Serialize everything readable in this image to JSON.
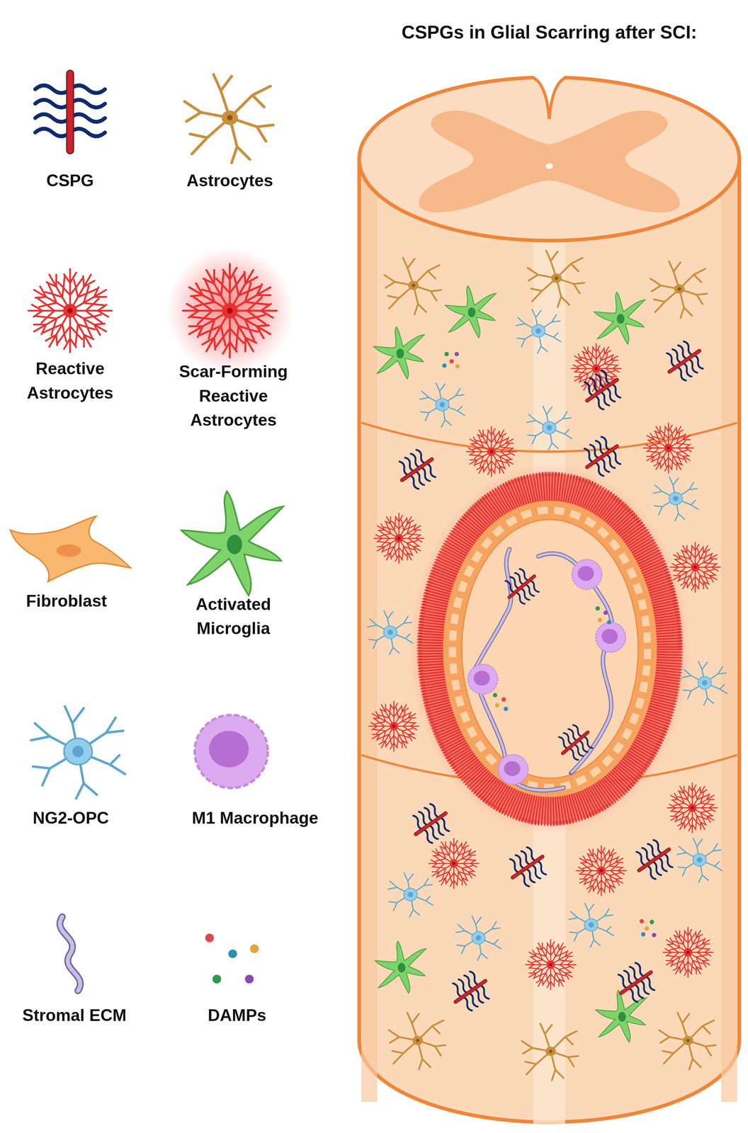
{
  "diagram": {
    "title": "CSPGs in Glial Scarring after SCI:",
    "legend": [
      {
        "text": "CSPG"
      },
      {
        "text": "Astrocytes"
      },
      {
        "text": "Reactive Astrocytes"
      },
      {
        "text": "Scar-Forming Reactive Astrocytes"
      },
      {
        "text": "Fibroblast"
      },
      {
        "text": "Activated Microglia"
      },
      {
        "text": "NG2-OPC"
      },
      {
        "text": "M1 Macrophage"
      },
      {
        "text": "Stromal ECM"
      },
      {
        "text": "DAMPs"
      }
    ]
  }
}
